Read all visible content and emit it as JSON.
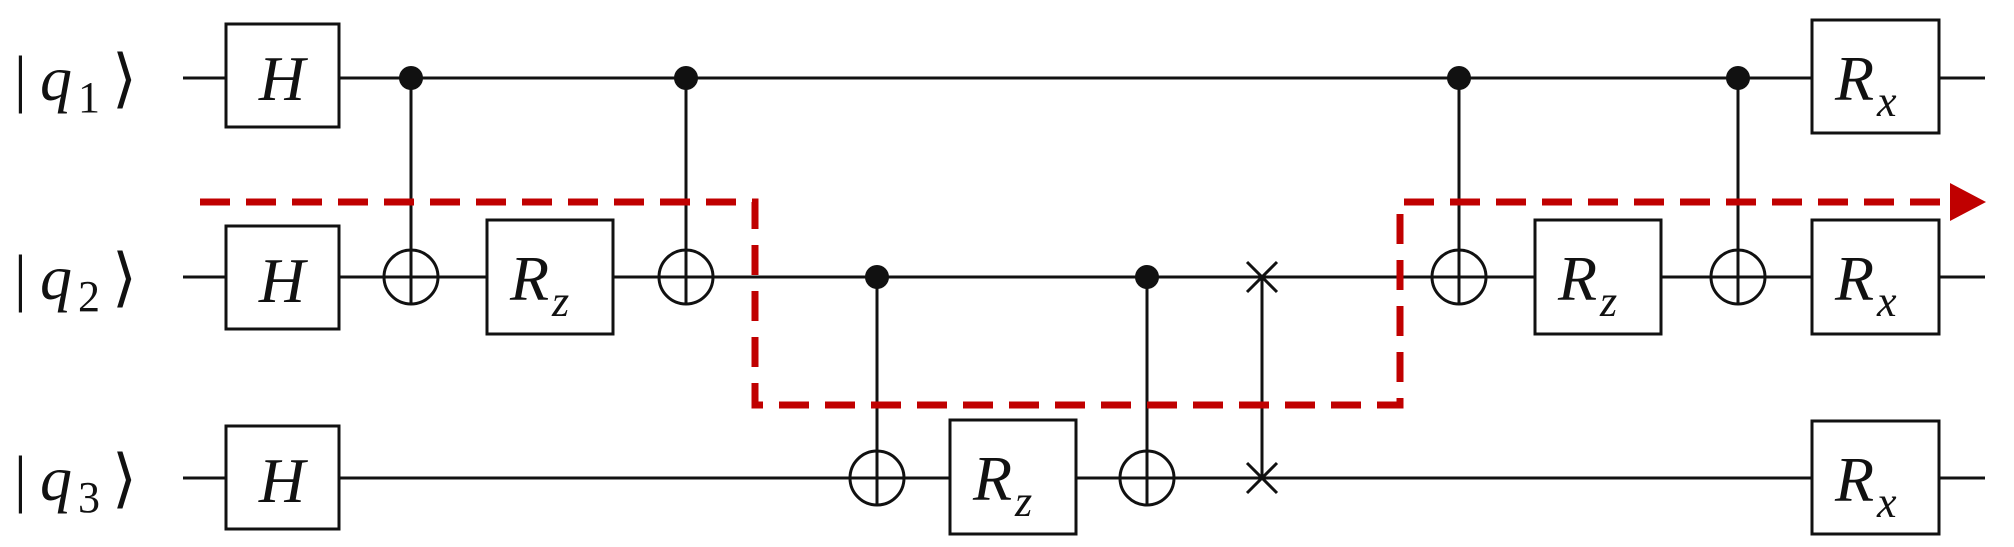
{
  "qubits": [
    {
      "name": "q",
      "index": "1"
    },
    {
      "name": "q",
      "index": "2"
    },
    {
      "name": "q",
      "index": "3"
    }
  ],
  "ket_left": "|",
  "ket_right": "⟩",
  "gates": {
    "hadamard": "H",
    "rz": {
      "base": "R",
      "sub": "z"
    },
    "rx": {
      "base": "R",
      "sub": "x"
    }
  },
  "colors": {
    "line": "#111111",
    "path": "#c00000"
  },
  "icons": {
    "control": "filled-dot",
    "target": "circled-plus",
    "swap": "x-cross",
    "path_end": "arrowhead"
  }
}
